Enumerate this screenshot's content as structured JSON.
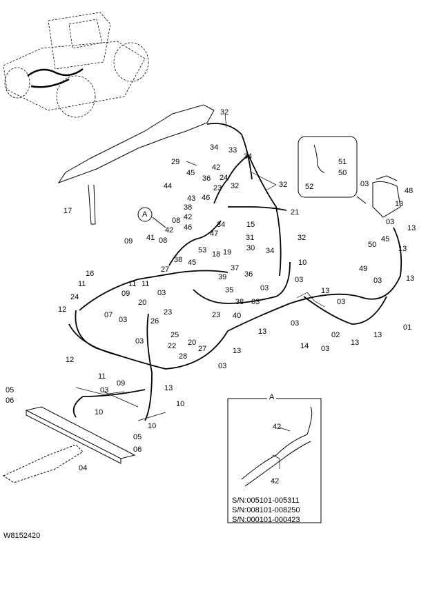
{
  "figure_ref": "W8152420",
  "inset_label": "A",
  "callout_label": "A",
  "serial_numbers": [
    "S/N:005101-005311",
    "S/N:008101-008250",
    "S/N:000101-000423"
  ],
  "part_labels": {
    "p01": "01",
    "p02": "02",
    "p03": "03",
    "p04": "04",
    "p05": "05",
    "p06": "06",
    "p07": "07",
    "p08": "08",
    "p09": "09",
    "p10": "10",
    "p11": "11",
    "p12": "12",
    "p13": "13",
    "p14": "14",
    "p15": "15",
    "p16": "16",
    "p17": "17",
    "p18": "18",
    "p19": "19",
    "p20": "20",
    "p21": "21",
    "p22": "22",
    "p23": "23",
    "p24": "24",
    "p25": "25",
    "p26": "26",
    "p27": "27",
    "p28": "28",
    "p29": "29",
    "p30": "30",
    "p31": "31",
    "p32": "32",
    "p33": "33",
    "p34": "34",
    "p35": "35",
    "p36": "36",
    "p37": "37",
    "p38": "38",
    "p39": "39",
    "p40": "40",
    "p41": "41",
    "p42": "42",
    "p43": "43",
    "p44": "44",
    "p45": "45",
    "p46": "46",
    "p47": "47",
    "p48": "48",
    "p49": "49",
    "p50": "50",
    "p51": "51",
    "p52": "52",
    "p53": "53"
  }
}
